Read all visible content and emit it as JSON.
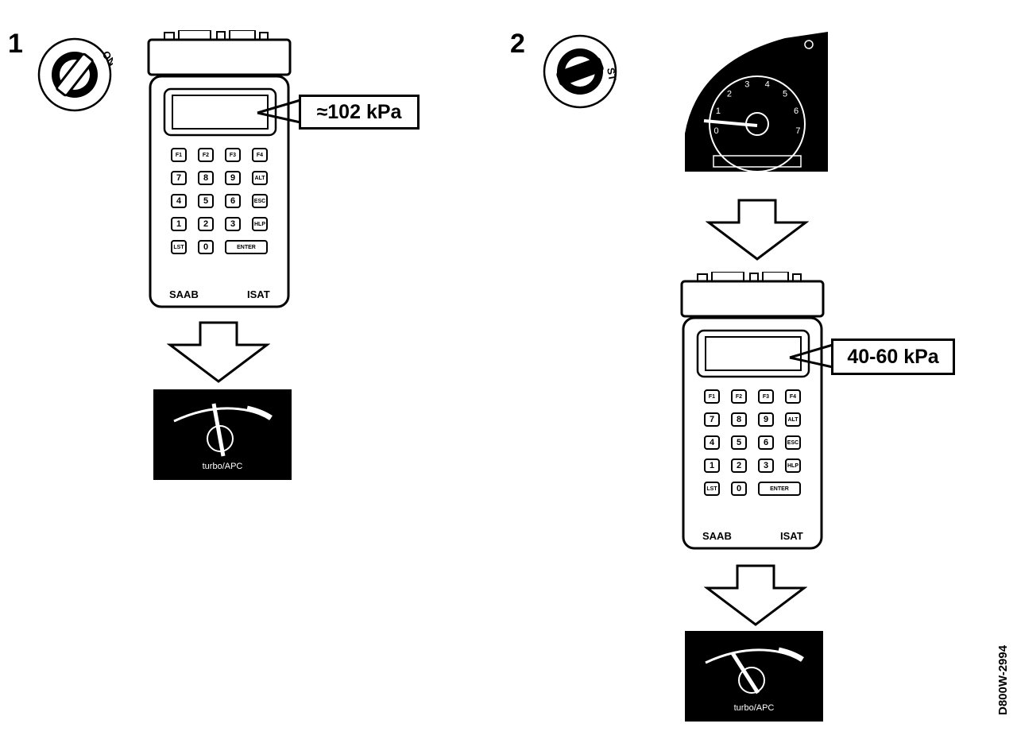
{
  "step1": {
    "number": "1",
    "switch_label": "ON",
    "callout": "≈102 kPa",
    "brand_left": "SAAB",
    "brand_right": "ISAT",
    "gauge_label": "turbo/APC"
  },
  "step2": {
    "number": "2",
    "switch_label": "ST",
    "callout": "40-60 kPa",
    "brand_left": "SAAB",
    "brand_right": "ISAT",
    "gauge_label": "turbo/APC",
    "tacho_ticks": [
      "0",
      "1",
      "2",
      "3",
      "4",
      "5",
      "6",
      "7"
    ]
  },
  "keypad": [
    "F1",
    "F2",
    "F3",
    "F4",
    "7",
    "8",
    "9",
    "ALT",
    "4",
    "5",
    "6",
    "ESC",
    "1",
    "2",
    "3",
    "HLP",
    "LST",
    "0",
    "ENTER"
  ],
  "figure_code": "D800W-2994"
}
